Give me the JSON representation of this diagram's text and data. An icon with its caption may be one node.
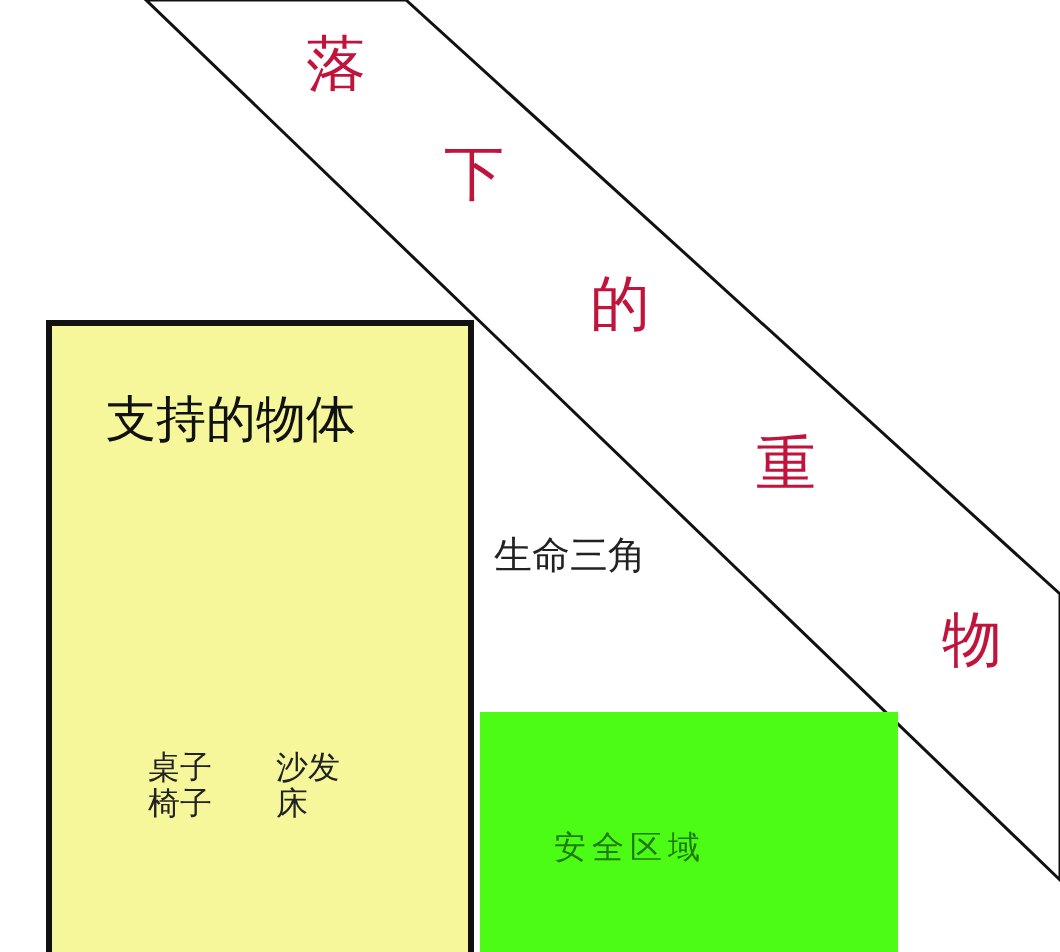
{
  "diagram": {
    "nodes": [
      {
        "text": [
          "落下的重物"
        ]
      },
      {
        "text": [
          "支持的物体",
          "桌子",
          "沙发",
          "椅子",
          "床"
        ]
      },
      {
        "text": [
          "安全区域"
        ]
      }
    ],
    "labels": [
      "生命三角"
    ]
  }
}
